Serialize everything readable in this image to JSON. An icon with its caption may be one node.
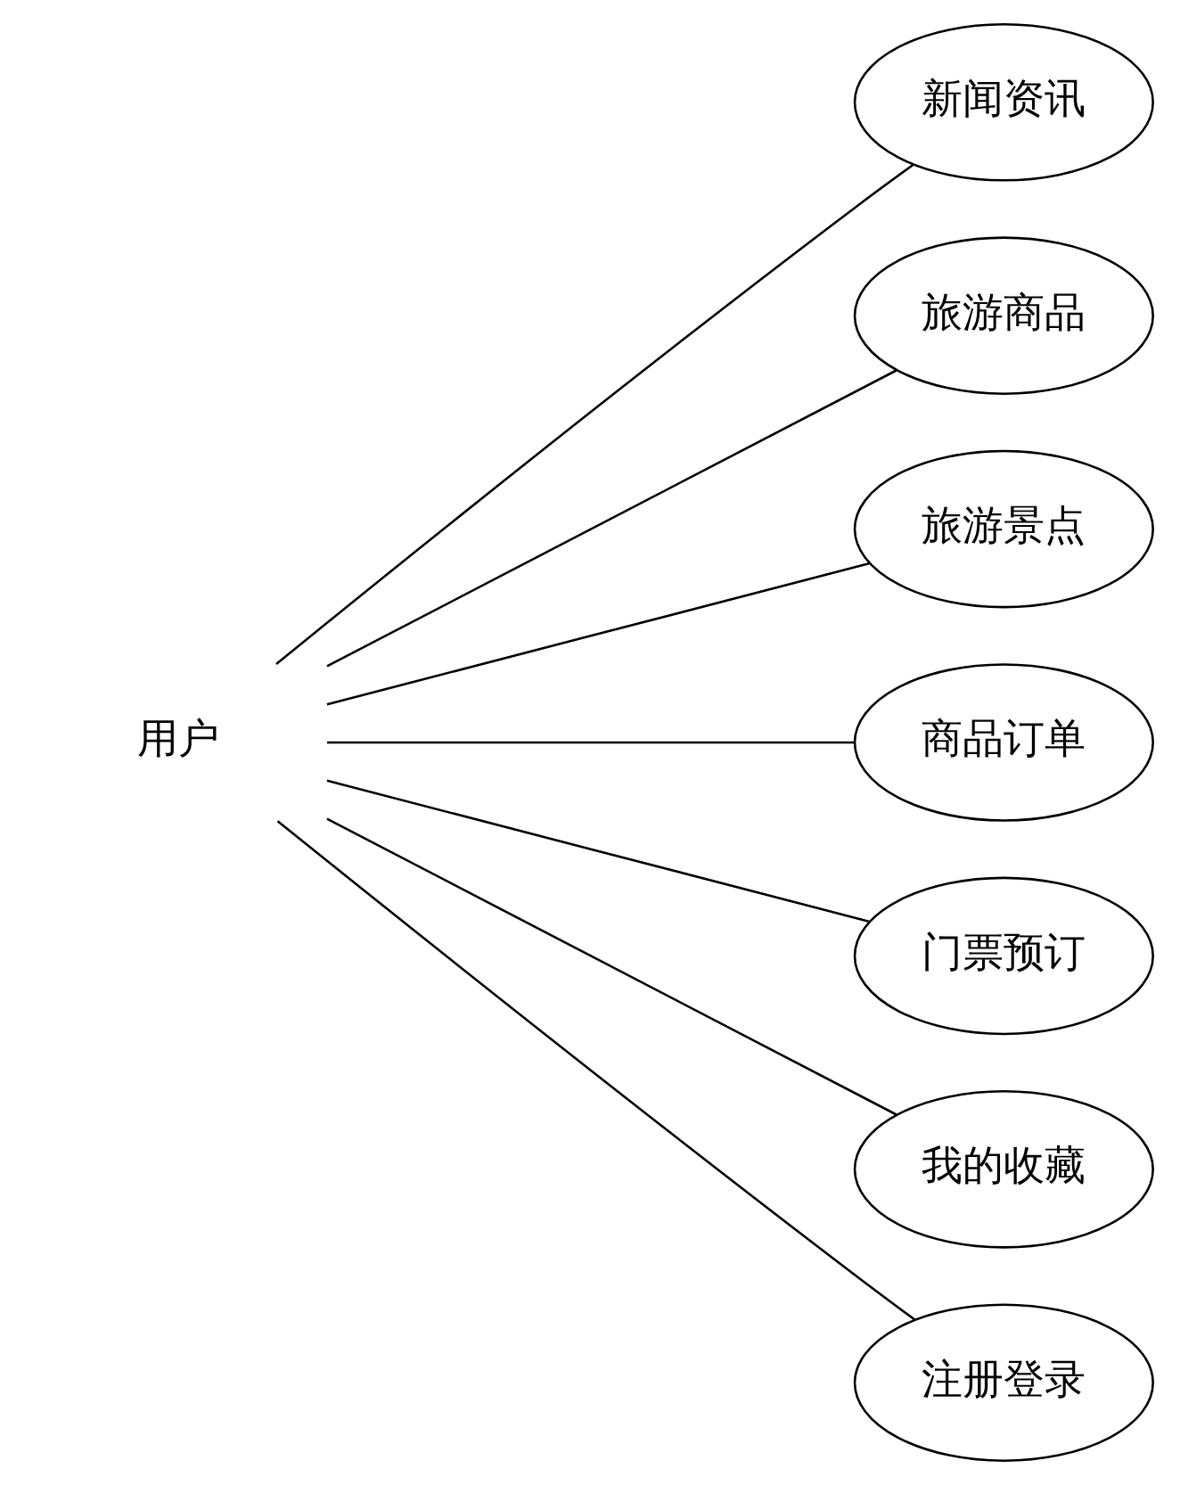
{
  "diagram": {
    "nodes": [
      {
        "text": [
          "用户"
        ]
      },
      {
        "text": [
          "新闻资讯"
        ]
      },
      {
        "text": [
          "旅游商品"
        ]
      },
      {
        "text": [
          "旅游景点"
        ]
      },
      {
        "text": [
          "商品订单"
        ]
      },
      {
        "text": [
          "门票预订"
        ]
      },
      {
        "text": [
          "我的收藏"
        ]
      },
      {
        "text": [
          "注册登录"
        ]
      }
    ],
    "edges": [
      {
        "from": 0,
        "to": 1,
        "arrow": "none"
      },
      {
        "from": 0,
        "to": 2,
        "arrow": "none"
      },
      {
        "from": 0,
        "to": 3,
        "arrow": "none"
      },
      {
        "from": 0,
        "to": 4,
        "arrow": "none"
      },
      {
        "from": 0,
        "to": 5,
        "arrow": "none"
      },
      {
        "from": 0,
        "to": 6,
        "arrow": "none"
      },
      {
        "from": 0,
        "to": 7,
        "arrow": "none"
      }
    ]
  }
}
